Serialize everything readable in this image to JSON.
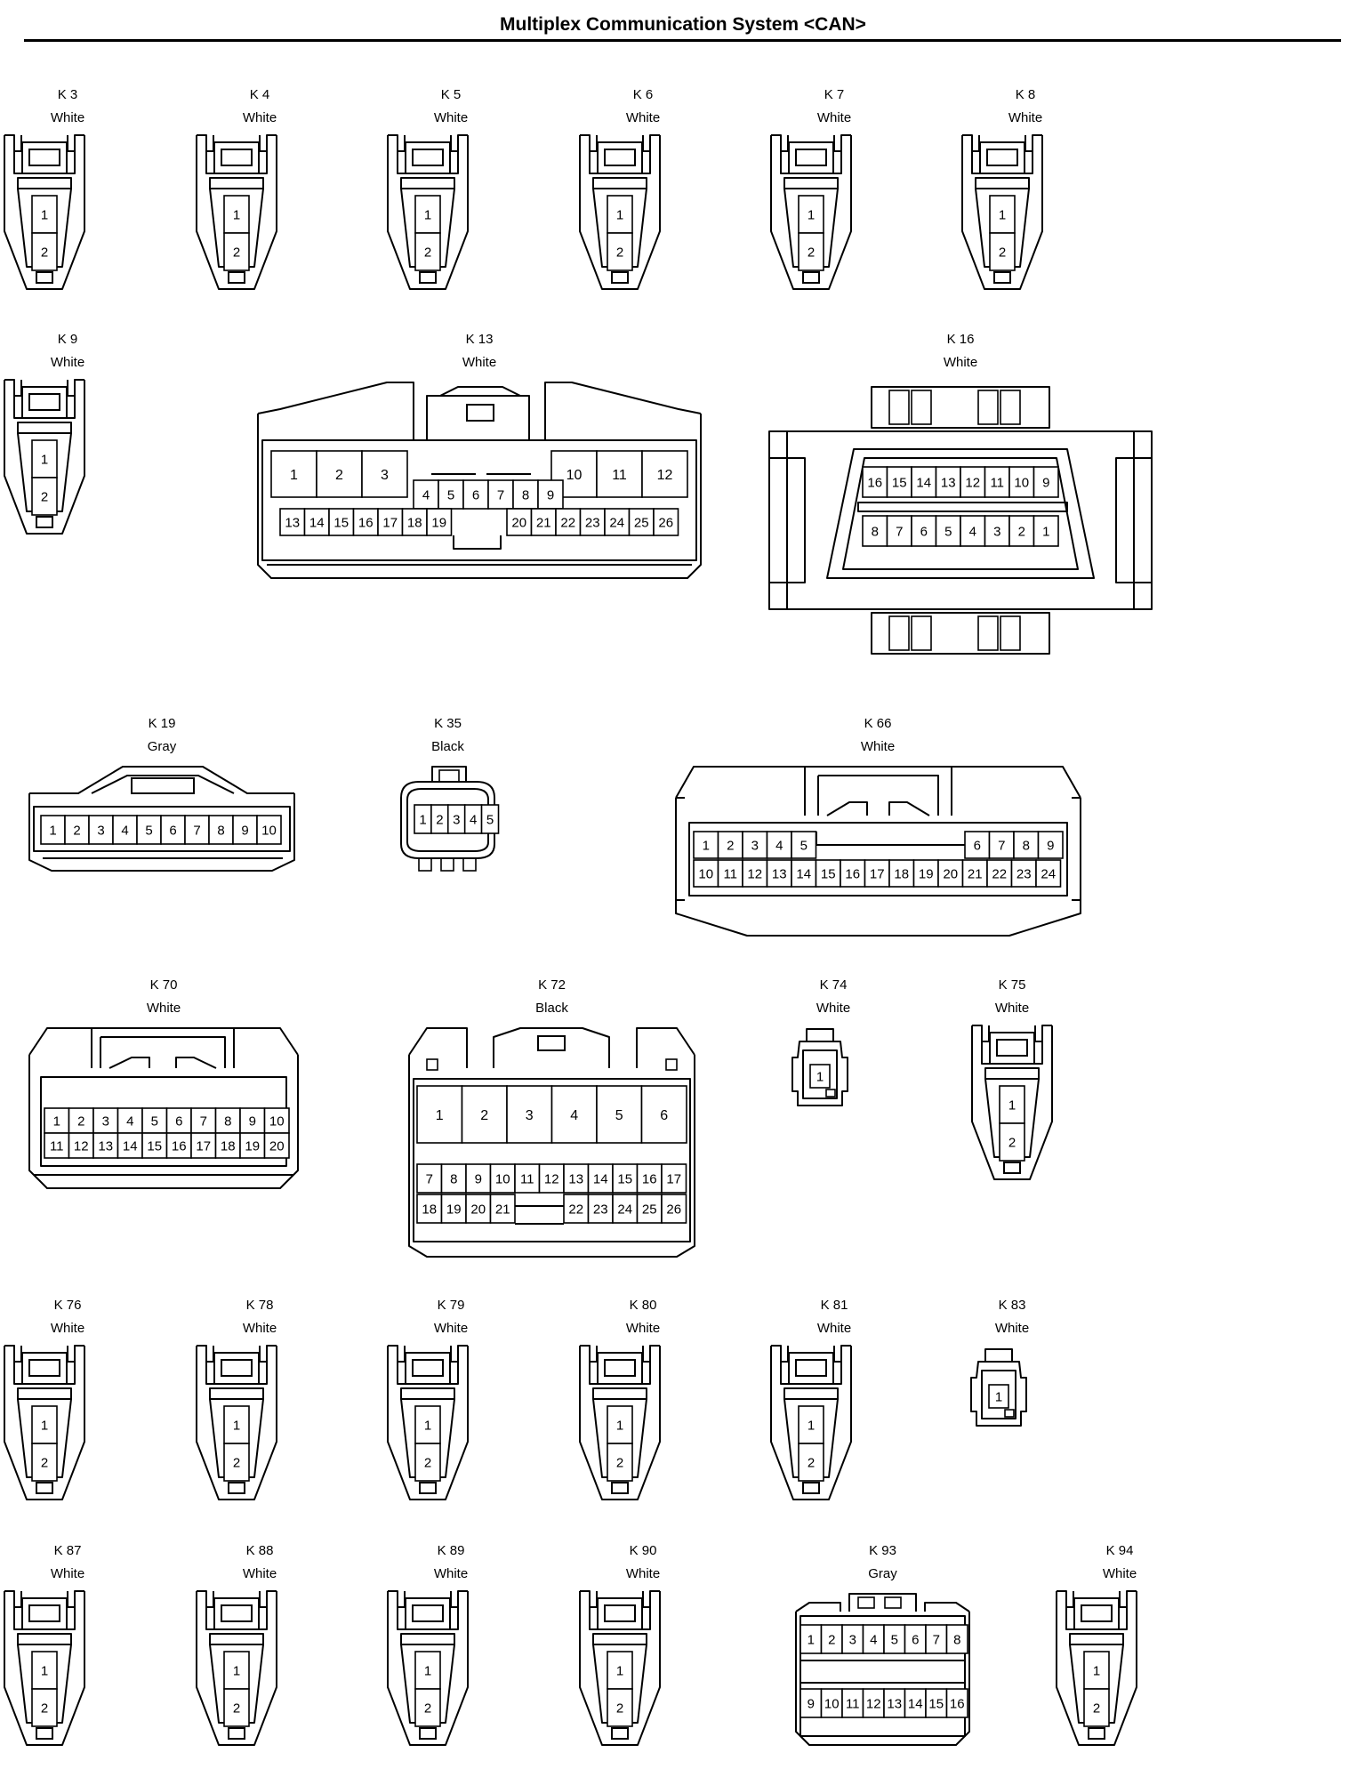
{
  "title": "Multiplex Communication System <CAN>",
  "connectors": [
    {
      "id": "K 3",
      "color": "White",
      "type": "t2",
      "pins": [
        "1",
        "2"
      ]
    },
    {
      "id": "K 4",
      "color": "White",
      "type": "t2",
      "pins": [
        "1",
        "2"
      ]
    },
    {
      "id": "K 5",
      "color": "White",
      "type": "t2",
      "pins": [
        "1",
        "2"
      ]
    },
    {
      "id": "K 6",
      "color": "White",
      "type": "t2",
      "pins": [
        "1",
        "2"
      ]
    },
    {
      "id": "K 7",
      "color": "White",
      "type": "t2",
      "pins": [
        "1",
        "2"
      ]
    },
    {
      "id": "K 8",
      "color": "White",
      "type": "t2",
      "pins": [
        "1",
        "2"
      ]
    },
    {
      "id": "K 9",
      "color": "White",
      "type": "t2",
      "pins": [
        "1",
        "2"
      ]
    },
    {
      "id": "K 13",
      "color": "White",
      "type": "k13",
      "pins": [
        "1",
        "2",
        "3",
        "4",
        "5",
        "6",
        "7",
        "8",
        "9",
        "10",
        "11",
        "12",
        "13",
        "14",
        "15",
        "16",
        "17",
        "18",
        "19",
        "20",
        "21",
        "22",
        "23",
        "24",
        "25",
        "26"
      ]
    },
    {
      "id": "K 16",
      "color": "White",
      "type": "k16",
      "pins": [
        "16",
        "15",
        "14",
        "13",
        "12",
        "11",
        "10",
        "9",
        "8",
        "7",
        "6",
        "5",
        "4",
        "3",
        "2",
        "1"
      ]
    },
    {
      "id": "K 19",
      "color": "Gray",
      "type": "k19",
      "pins": [
        "1",
        "2",
        "3",
        "4",
        "5",
        "6",
        "7",
        "8",
        "9",
        "10"
      ]
    },
    {
      "id": "K 35",
      "color": "Black",
      "type": "k35",
      "pins": [
        "1",
        "2",
        "3",
        "4",
        "5"
      ]
    },
    {
      "id": "K 66",
      "color": "White",
      "type": "k66",
      "pins": [
        "1",
        "2",
        "3",
        "4",
        "5",
        "6",
        "7",
        "8",
        "9",
        "10",
        "11",
        "12",
        "13",
        "14",
        "15",
        "16",
        "17",
        "18",
        "19",
        "20",
        "21",
        "22",
        "23",
        "24"
      ]
    },
    {
      "id": "K 70",
      "color": "White",
      "type": "k70",
      "pins": [
        "1",
        "2",
        "3",
        "4",
        "5",
        "6",
        "7",
        "8",
        "9",
        "10",
        "11",
        "12",
        "13",
        "14",
        "15",
        "16",
        "17",
        "18",
        "19",
        "20"
      ]
    },
    {
      "id": "K 72",
      "color": "Black",
      "type": "k72",
      "pins": [
        "1",
        "2",
        "3",
        "4",
        "5",
        "6",
        "7",
        "8",
        "9",
        "10",
        "11",
        "12",
        "13",
        "14",
        "15",
        "16",
        "17",
        "18",
        "19",
        "20",
        "21",
        "22",
        "23",
        "24",
        "25",
        "26"
      ]
    },
    {
      "id": "K 74",
      "color": "White",
      "type": "t1",
      "pins": [
        "1"
      ]
    },
    {
      "id": "K 75",
      "color": "White",
      "type": "t2",
      "pins": [
        "1",
        "2"
      ]
    },
    {
      "id": "K 76",
      "color": "White",
      "type": "t2",
      "pins": [
        "1",
        "2"
      ]
    },
    {
      "id": "K 78",
      "color": "White",
      "type": "t2",
      "pins": [
        "1",
        "2"
      ]
    },
    {
      "id": "K 79",
      "color": "White",
      "type": "t2",
      "pins": [
        "1",
        "2"
      ]
    },
    {
      "id": "K 80",
      "color": "White",
      "type": "t2",
      "pins": [
        "1",
        "2"
      ]
    },
    {
      "id": "K 81",
      "color": "White",
      "type": "t2",
      "pins": [
        "1",
        "2"
      ]
    },
    {
      "id": "K 83",
      "color": "White",
      "type": "t1",
      "pins": [
        "1"
      ]
    },
    {
      "id": "K 87",
      "color": "White",
      "type": "t2",
      "pins": [
        "1",
        "2"
      ]
    },
    {
      "id": "K 88",
      "color": "White",
      "type": "t2",
      "pins": [
        "1",
        "2"
      ]
    },
    {
      "id": "K 89",
      "color": "White",
      "type": "t2",
      "pins": [
        "1",
        "2"
      ]
    },
    {
      "id": "K 90",
      "color": "White",
      "type": "t2",
      "pins": [
        "1",
        "2"
      ]
    },
    {
      "id": "K 93",
      "color": "Gray",
      "type": "k93",
      "pins": [
        "1",
        "2",
        "3",
        "4",
        "5",
        "6",
        "7",
        "8",
        "9",
        "10",
        "11",
        "12",
        "13",
        "14",
        "15",
        "16"
      ]
    },
    {
      "id": "K 94",
      "color": "White",
      "type": "t2",
      "pins": [
        "1",
        "2"
      ]
    }
  ]
}
